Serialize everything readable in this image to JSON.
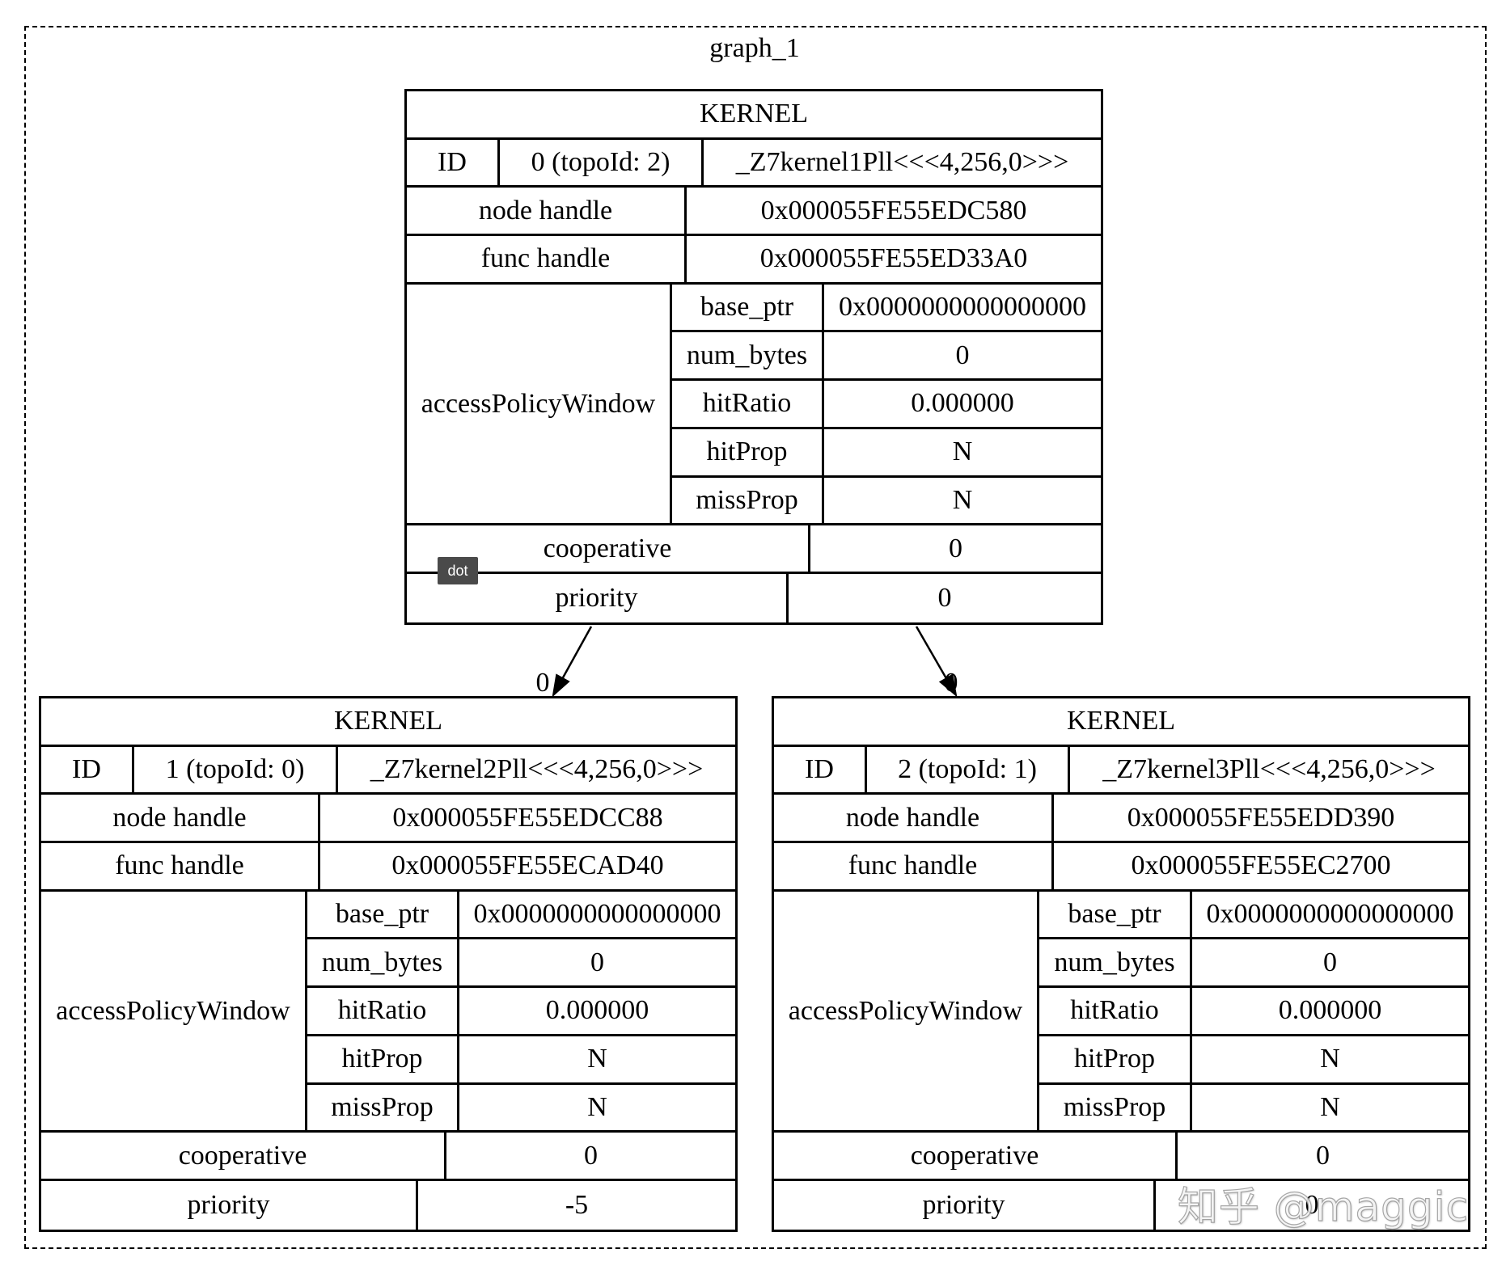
{
  "graph": {
    "label": "graph_1"
  },
  "colors": {
    "ink": "#000000",
    "paper": "#ffffff",
    "badge_bg": "#4a4a4a",
    "badge_fg": "#ffffff"
  },
  "nodes": [
    {
      "title": "KERNEL",
      "id_label": "ID",
      "id_value": "0 (topoId: 2)",
      "kernel_name": "_Z7kernel1Pll<<<4,256,0>>>",
      "node_handle_label": "node handle",
      "node_handle": "0x000055FE55EDC580",
      "func_handle_label": "func handle",
      "func_handle": "0x000055FE55ED33A0",
      "access_policy_window_label": "accessPolicyWindow",
      "access_policy_window": [
        {
          "label": "base_ptr",
          "value": "0x0000000000000000"
        },
        {
          "label": "num_bytes",
          "value": "0"
        },
        {
          "label": "hitRatio",
          "value": "0.000000"
        },
        {
          "label": "hitProp",
          "value": "N"
        },
        {
          "label": "missProp",
          "value": "N"
        }
      ],
      "cooperative_label": "cooperative",
      "cooperative": "0",
      "priority_label": "priority",
      "priority": "0"
    },
    {
      "title": "KERNEL",
      "id_label": "ID",
      "id_value": "1 (topoId: 0)",
      "kernel_name": "_Z7kernel2Pll<<<4,256,0>>>",
      "node_handle_label": "node handle",
      "node_handle": "0x000055FE55EDCC88",
      "func_handle_label": "func handle",
      "func_handle": "0x000055FE55ECAD40",
      "access_policy_window_label": "accessPolicyWindow",
      "access_policy_window": [
        {
          "label": "base_ptr",
          "value": "0x0000000000000000"
        },
        {
          "label": "num_bytes",
          "value": "0"
        },
        {
          "label": "hitRatio",
          "value": "0.000000"
        },
        {
          "label": "hitProp",
          "value": "N"
        },
        {
          "label": "missProp",
          "value": "N"
        }
      ],
      "cooperative_label": "cooperative",
      "cooperative": "0",
      "priority_label": "priority",
      "priority": "-5"
    },
    {
      "title": "KERNEL",
      "id_label": "ID",
      "id_value": "2 (topoId: 1)",
      "kernel_name": "_Z7kernel3Pll<<<4,256,0>>>",
      "node_handle_label": "node handle",
      "node_handle": "0x000055FE55EDD390",
      "func_handle_label": "func handle",
      "func_handle": "0x000055FE55EC2700",
      "access_policy_window_label": "accessPolicyWindow",
      "access_policy_window": [
        {
          "label": "base_ptr",
          "value": "0x0000000000000000"
        },
        {
          "label": "num_bytes",
          "value": "0"
        },
        {
          "label": "hitRatio",
          "value": "0.000000"
        },
        {
          "label": "hitProp",
          "value": "N"
        },
        {
          "label": "missProp",
          "value": "N"
        }
      ],
      "cooperative_label": "cooperative",
      "cooperative": "0",
      "priority_label": "priority",
      "priority": "0"
    }
  ],
  "edges": [
    {
      "from": 0,
      "to": 1,
      "label": "0"
    },
    {
      "from": 0,
      "to": 2,
      "label": "0"
    }
  ],
  "tooltip_badge": "dot",
  "watermark": "知乎 @maggic"
}
